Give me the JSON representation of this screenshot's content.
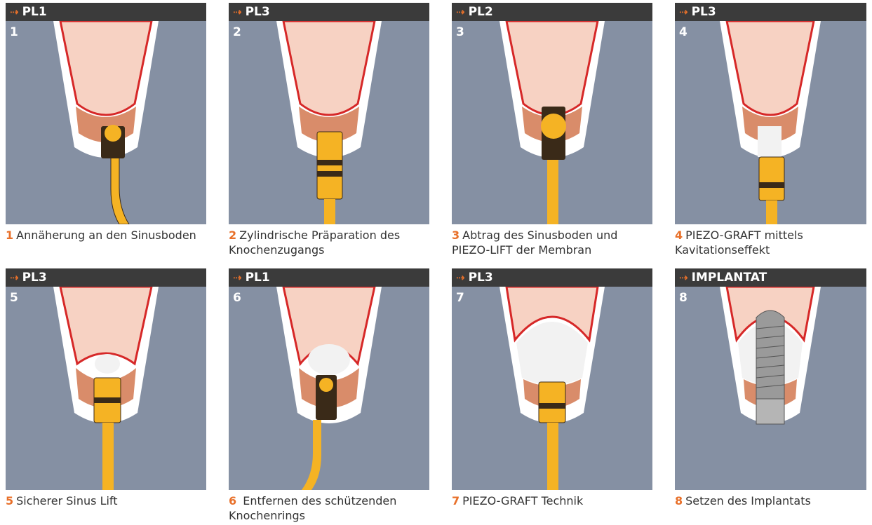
{
  "colors": {
    "panel_bg": "#8590a3",
    "header_bg": "#3b3b3b",
    "accent": "#e8702a",
    "sinus": "#f7d2c3",
    "membrane": "#d62828",
    "bone": "#d98c6a",
    "instrument": "#f5b324",
    "stripe": "#3a2a18"
  },
  "header_arrow": "⇢",
  "panels": [
    {
      "label": "PL1",
      "number": "1",
      "caption_num": "1",
      "caption": "Annäherung an den Sinusboden",
      "icon": "instrument-ball-tip"
    },
    {
      "label": "PL3",
      "number": "2",
      "caption_num": "2",
      "caption": "Zylindrische Präparation des Knochenzugangs",
      "icon": "instrument-cylinder"
    },
    {
      "label": "PL2",
      "number": "3",
      "caption_num": "3",
      "caption": "Abtrag des Sinusboden und PIEZO-LIFT der Membran",
      "icon": "instrument-ball-tip"
    },
    {
      "label": "PL3",
      "number": "4",
      "caption_num": "4",
      "caption": "PIEZO-GRAFT mittels Kavitationseffekt",
      "icon": "instrument-cylinder"
    },
    {
      "label": "PL3",
      "number": "5",
      "caption_num": "5",
      "caption": "Sicherer Sinus Lift",
      "icon": "instrument-cylinder"
    },
    {
      "label": "PL1",
      "number": "6",
      "caption_num": "6",
      "caption": " Entfernen des schützenden Knochenrings",
      "icon": "instrument-ball-tip"
    },
    {
      "label": "PL3",
      "number": "7",
      "caption_num": "7",
      "caption": "PIEZO-GRAFT Technik",
      "icon": "instrument-cylinder"
    },
    {
      "label": "IMPLANTAT",
      "number": "8",
      "caption_num": "8",
      "caption": "Setzen des Implantats",
      "icon": "implant-screw"
    }
  ]
}
